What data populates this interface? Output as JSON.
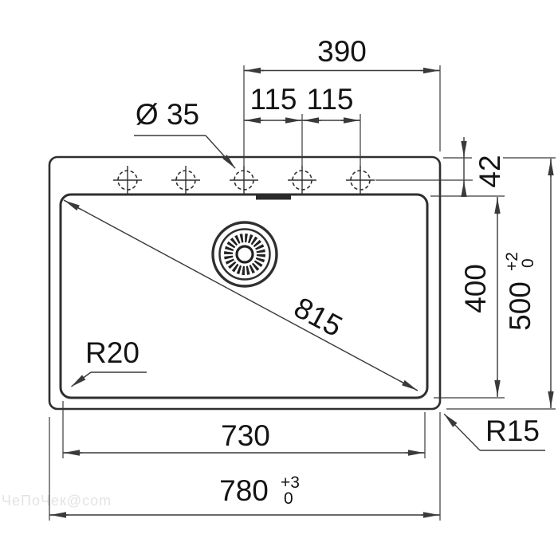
{
  "drawing": {
    "type": "sink-installation-dimension-drawing",
    "colors": {
      "background": "#ffffff",
      "line": "#2f2f2f",
      "dimension": "#3a3a3a",
      "text": "#141414",
      "watermark": "#e3e3e3"
    },
    "watermark": {
      "text": "ЧеПоЧек@com"
    },
    "dimensions": {
      "tap_ledge_width": {
        "value": "390"
      },
      "hole_spacing_left": {
        "value": "115"
      },
      "hole_spacing_right": {
        "value": "115"
      },
      "hole_diameter": {
        "value": "Ø 35"
      },
      "ledge_depth": {
        "value": "42"
      },
      "bowl_depth": {
        "value": "400"
      },
      "overall_depth": {
        "value": "500",
        "tol_upper": "+2",
        "tol_lower": "0"
      },
      "bowl_diagonal": {
        "value": "815"
      },
      "bowl_width": {
        "value": "730"
      },
      "overall_width": {
        "value": "780",
        "tol_upper": "+3",
        "tol_lower": "0"
      },
      "bowl_corner_radius": {
        "value": "R20"
      },
      "outer_corner_radius": {
        "value": "R15"
      }
    }
  }
}
